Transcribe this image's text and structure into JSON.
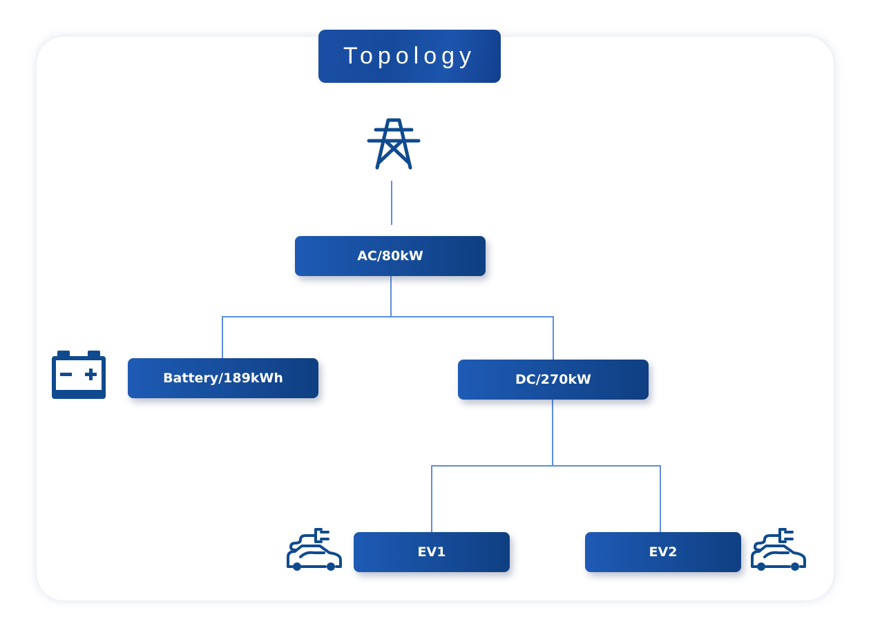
{
  "title": "Topology",
  "nodes": {
    "ac": "AC/80kW",
    "battery": "Battery/189kWh",
    "dc": "DC/270kW",
    "ev1": "EV1",
    "ev2": "EV2"
  },
  "colors": {
    "node": "#1a4f9f",
    "line": "#5b8de0",
    "icon": "#0f4a8e"
  }
}
